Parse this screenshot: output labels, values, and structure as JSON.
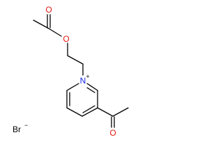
{
  "molecule": {
    "atoms": {
      "ester_carbonyl_oxygen": {
        "symbol": "O",
        "color": "#e0190f"
      },
      "ester_oxygen": {
        "symbol": "O",
        "color": "#e0190f"
      },
      "ring_nitrogen": {
        "symbol": "N",
        "charge": "+",
        "color": "#1428e6"
      },
      "ketone_oxygen": {
        "symbol": "O",
        "color": "#e0190f"
      }
    },
    "counterion": {
      "symbol": "Br",
      "charge": "−"
    }
  }
}
